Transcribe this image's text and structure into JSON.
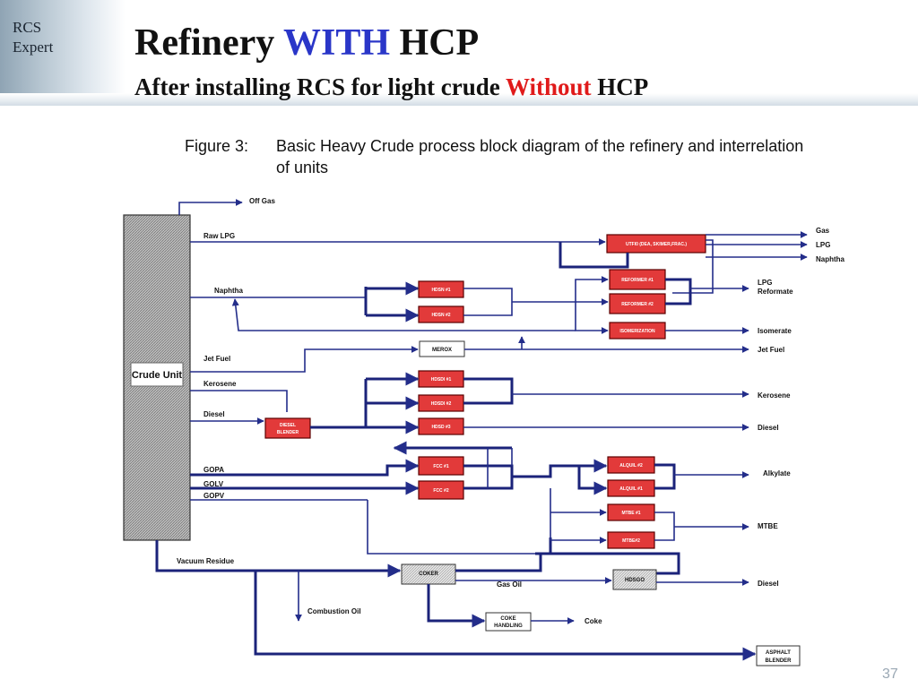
{
  "header": {
    "brand_line1": "RCS",
    "brand_line2": "Expert",
    "title_pre": "Refinery ",
    "title_accent": "WITH",
    "title_post": " HCP",
    "subtitle_pre": "After installing RCS for light crude ",
    "subtitle_red": "Without",
    "subtitle_post": " HCP"
  },
  "caption": {
    "label": "Figure 3:",
    "text": "Basic Heavy Crude process block diagram of the refinery and interrelation of units"
  },
  "diagram": {
    "crude_unit": "Crude Unit",
    "streams": {
      "off_gas": "Off Gas",
      "raw_lpg": "Raw LPG",
      "naphtha": "Naphtha",
      "jet_fuel": "Jet Fuel",
      "kerosene": "Kerosene",
      "diesel": "Diesel",
      "gopa": "GOPA",
      "golv": "GOLV",
      "gopv": "GOPV",
      "vacuum_residue": "Vacuum Residue",
      "combustion_oil": "Combustion Oil",
      "gas_oil": "Gas Oil"
    },
    "units": {
      "utfi": "UTFI0 (DEA, SKIMER,FRAC.)",
      "reformer1": "REFORMER #1",
      "reformer2": "REFORMER #2",
      "isomerization": "ISOMERIZATION",
      "hdsn1": "HDSN #1",
      "hdsn2": "HDSN #2",
      "merox": "MEROX",
      "hdsdi1": "HDSDI #1",
      "hdsdi2": "HDSDI #2",
      "hdsd3": "HDSD #3",
      "diesel_blender": [
        "DIESEL",
        "BLENDER"
      ],
      "fcc1": "FCC #1",
      "fcc2": "FCC #2",
      "alquil2": "ALQUIL #2",
      "alquil1": "ALQUIL #1",
      "mtbe1": "MTBE #1",
      "mtbe2": "MTBE#2",
      "coker": "COKER",
      "hdsgo": "HDSGO",
      "coke_handling": [
        "COKE",
        "HANDLING"
      ],
      "asphalt_blender": [
        "ASPHALT",
        "BLENDER"
      ]
    },
    "products": {
      "gas": "Gas",
      "lpg": "LPG",
      "naphtha": "Naphtha",
      "lpg_reformate": [
        "LPG",
        "Reformate"
      ],
      "isomerate": "Isomerate",
      "jet_fuel": "Jet Fuel",
      "kerosene": "Kerosene",
      "diesel": "Diesel",
      "alkylate": "Alkylate",
      "mtbe": "MTBE",
      "diesel2": "Diesel",
      "coke": "Coke"
    }
  },
  "footer": {
    "page_number": "37"
  }
}
